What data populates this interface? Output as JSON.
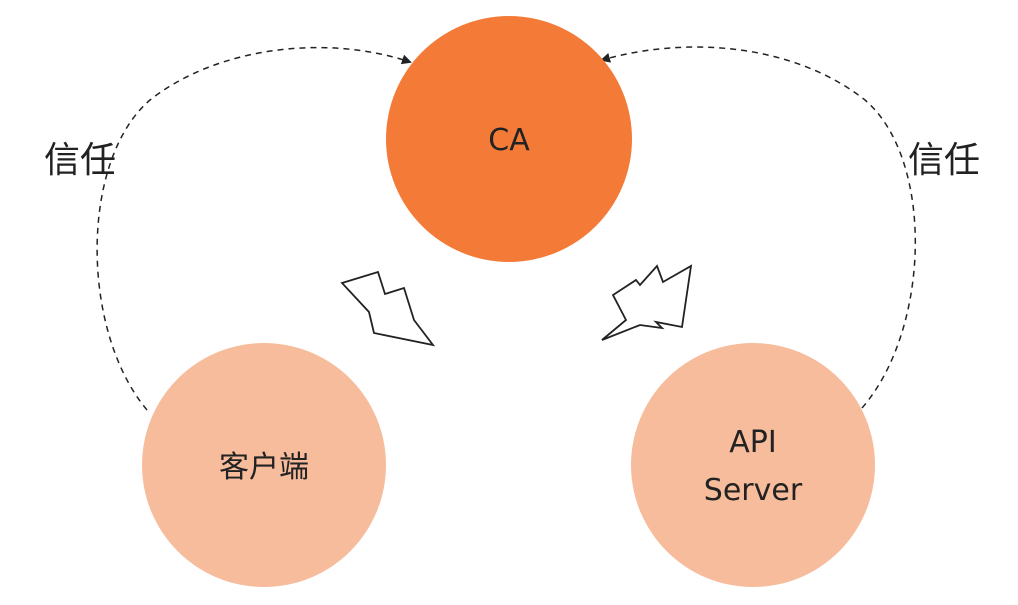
{
  "diagram": {
    "title": "",
    "nodes": [
      {
        "id": "ca",
        "label": "CA",
        "color": "#F47B37"
      },
      {
        "id": "client",
        "label": "客户端",
        "color": "#F7BC9C"
      },
      {
        "id": "apiserver",
        "label_lines": [
          "API",
          "Server"
        ],
        "color": "#F7BC9C"
      }
    ],
    "edges": [
      {
        "from": "client",
        "to": "ca",
        "label": "信任",
        "style": "dashed"
      },
      {
        "from": "apiserver",
        "to": "ca",
        "label": "信任",
        "style": "dashed"
      },
      {
        "from": "ca",
        "to": "client",
        "label": "",
        "style": "hollow-lightning-arrow"
      },
      {
        "from": "ca",
        "to": "apiserver",
        "label": "",
        "style": "hollow-lightning-arrow"
      }
    ],
    "trust_left": "信任",
    "trust_right": "信任"
  }
}
